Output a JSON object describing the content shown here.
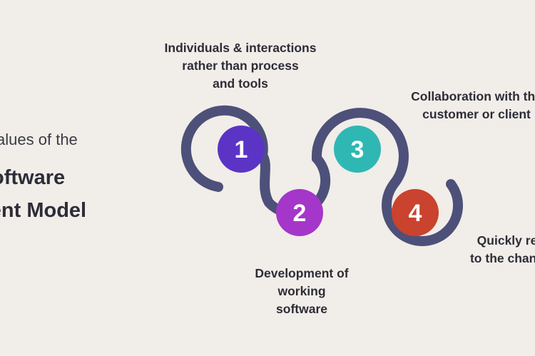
{
  "title": {
    "small": "Values of the",
    "line1": "oftware",
    "line2": "ment Model"
  },
  "steps": [
    {
      "number": "1",
      "lines": [
        "Individuals & interactions",
        "rather than process",
        "and tools"
      ],
      "color": "#5b34c6"
    },
    {
      "number": "2",
      "lines": [
        "Development of",
        "working",
        "software"
      ],
      "color": "#a436c9"
    },
    {
      "number": "3",
      "lines": [
        "Collaboration with the",
        "customer or client"
      ],
      "color": "#2fb8b3"
    },
    {
      "number": "4",
      "lines": [
        "Quickly re",
        "to the chang"
      ],
      "color": "#c9432e"
    }
  ],
  "colors": {
    "background": "#f1ede8",
    "connector": "#4d5079"
  }
}
